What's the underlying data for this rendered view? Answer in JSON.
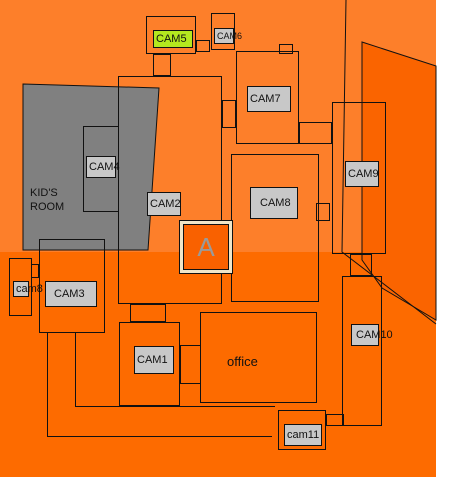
{
  "map": {
    "rooms": {
      "kids_room": "KID'S\nROOM",
      "office": "office"
    },
    "player_marker": "A",
    "cameras": [
      {
        "id": "cam1",
        "label": "CAM1",
        "active": false
      },
      {
        "id": "cam2",
        "label": "CAM2",
        "active": false
      },
      {
        "id": "cam3",
        "label": "CAM3",
        "active": false
      },
      {
        "id": "cam4",
        "label": "CAM4",
        "active": false
      },
      {
        "id": "cam5",
        "label": "CAM5",
        "active": true
      },
      {
        "id": "cam6",
        "label": "CAM6",
        "active": false
      },
      {
        "id": "cam7",
        "label": "CAM7",
        "active": false
      },
      {
        "id": "cam8",
        "label": "CAM8",
        "active": false
      },
      {
        "id": "cam8-small",
        "label": "cam8",
        "active": false
      },
      {
        "id": "cam9",
        "label": "CAM9",
        "active": false
      },
      {
        "id": "cam10",
        "label": "CAM10",
        "active": false
      },
      {
        "id": "cam11",
        "label": "cam11",
        "active": false
      }
    ],
    "colors": {
      "wall_orange": "#fd7f2a",
      "floor_orange": "#fd6b00",
      "kids_room_gray": "#808080",
      "camera_button": "#c8c8c8",
      "active_camera": "#b4e81f",
      "outline": "#111111"
    }
  }
}
